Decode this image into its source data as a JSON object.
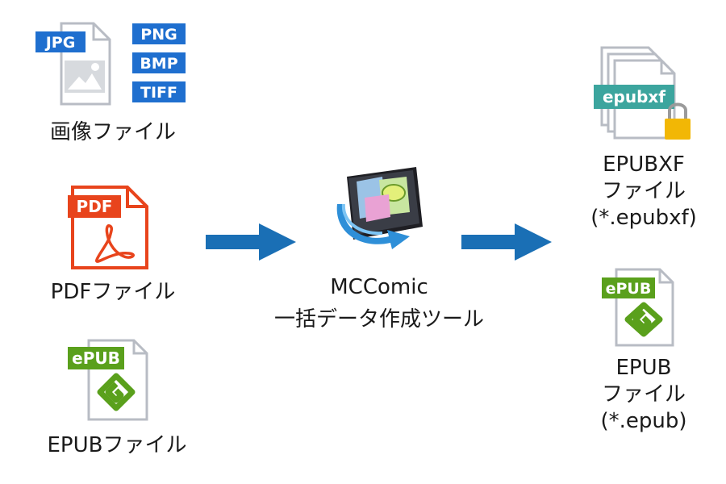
{
  "inputs": {
    "image": {
      "badges": [
        "JPG",
        "PNG",
        "BMP",
        "TIFF"
      ],
      "label": "画像ファイル",
      "color": "#1f6fcf",
      "icon": "image-file-icon"
    },
    "pdf": {
      "badge": "PDF",
      "label": "PDFファイル",
      "color": "#e8441c",
      "icon": "pdf-file-icon"
    },
    "epub": {
      "badge": "ePUB",
      "label": "EPUBファイル",
      "color": "#5aa01c",
      "icon": "epub-file-icon"
    }
  },
  "tool": {
    "name": "MCComic",
    "subtitle": "一括データ作成ツール",
    "icon": "mccomic-app-icon"
  },
  "outputs": {
    "epubxf": {
      "badge": "epubxf",
      "label_lines": [
        "EPUBXF",
        "ファイル",
        "(*.epubxf)"
      ],
      "color": "#3ca59e",
      "lock_color": "#f2b705",
      "icon": "epubxf-file-icon"
    },
    "epub": {
      "badge": "ePUB",
      "label_lines": [
        "EPUB",
        "ファイル",
        "(*.epub)"
      ],
      "color": "#5aa01c",
      "icon": "epub-file-icon"
    }
  },
  "arrow_color": "#1a6fb5"
}
